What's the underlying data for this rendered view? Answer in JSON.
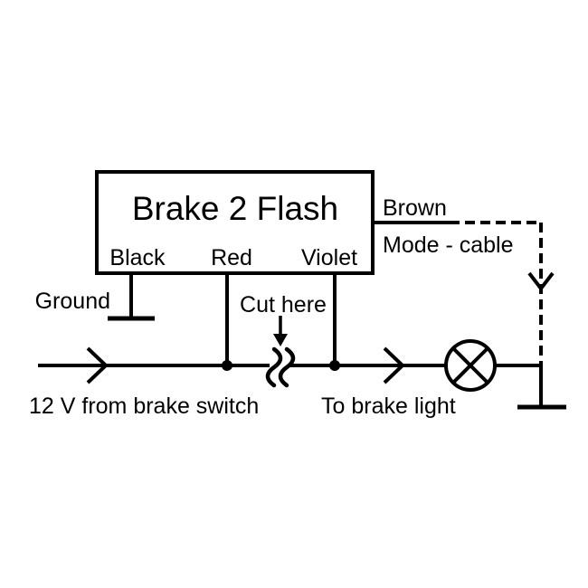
{
  "colors": {
    "ink": "#000000",
    "background": "#ffffff"
  },
  "module": {
    "title": "Brake 2 Flash",
    "pins": [
      {
        "label": "Black"
      },
      {
        "label": "Red"
      },
      {
        "label": "Violet"
      }
    ]
  },
  "labels": {
    "brown_wire": "Brown",
    "mode_cable": "Mode - cable",
    "ground": "Ground",
    "cut_here": "Cut here",
    "input_wire": "12 V from brake switch",
    "output_wire": "To brake light"
  },
  "icons": {
    "lamp": "brake-lamp-symbol",
    "ground_left": "ground-symbol",
    "ground_right": "ground-symbol",
    "cut": "cut-mark"
  }
}
